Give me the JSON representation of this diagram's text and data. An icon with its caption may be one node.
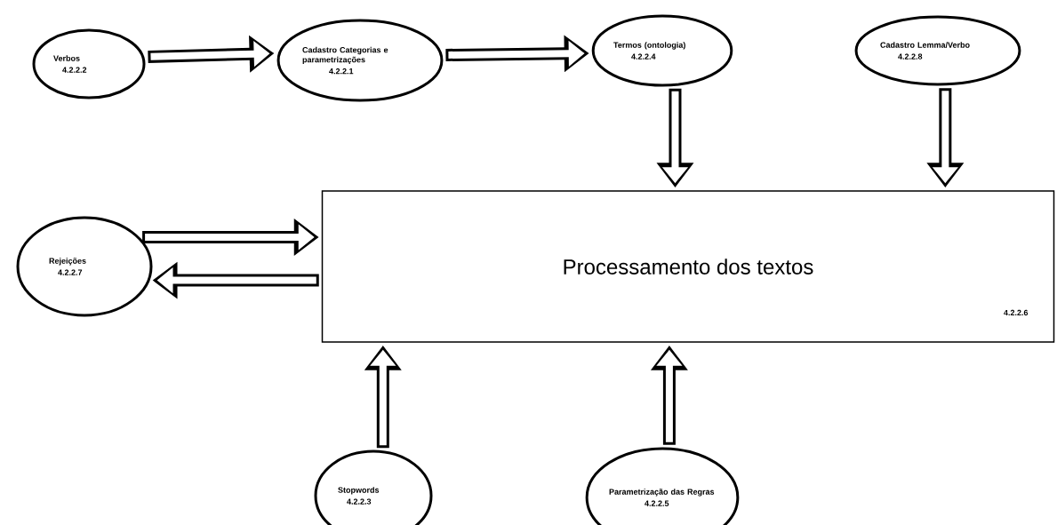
{
  "diagram": {
    "nodes": [
      {
        "text": [
          "Verbos",
          "4.2.2.2"
        ]
      },
      {
        "text": [
          "Cadastro Categorias e parametrizações",
          "4.2.2.1"
        ]
      },
      {
        "text": [
          "Termos (ontologia)",
          "4.2.2.4"
        ]
      },
      {
        "text": [
          "Cadastro Lemma/Verbo",
          "4.2.2.8"
        ]
      },
      {
        "text": [
          "Rejeições",
          "4.2.2.7"
        ]
      },
      {
        "text": [
          "Processamento dos textos",
          "4.2.2.6"
        ]
      },
      {
        "text": [
          "Stopwords",
          "4.2.2.3"
        ]
      },
      {
        "text": [
          "Parametrização das Regras",
          "4.2.2.5"
        ]
      }
    ],
    "edges": [
      {
        "from": 0,
        "to": 1,
        "arrow": "to"
      },
      {
        "from": 1,
        "to": 2,
        "arrow": "to"
      },
      {
        "from": 2,
        "to": 5,
        "arrow": "to"
      },
      {
        "from": 3,
        "to": 5,
        "arrow": "to"
      },
      {
        "from": 4,
        "to": 5,
        "arrow": "to"
      },
      {
        "from": 5,
        "to": 4,
        "arrow": "to"
      },
      {
        "from": 6,
        "to": 5,
        "arrow": "to"
      },
      {
        "from": 7,
        "to": 5,
        "arrow": "to"
      }
    ]
  }
}
